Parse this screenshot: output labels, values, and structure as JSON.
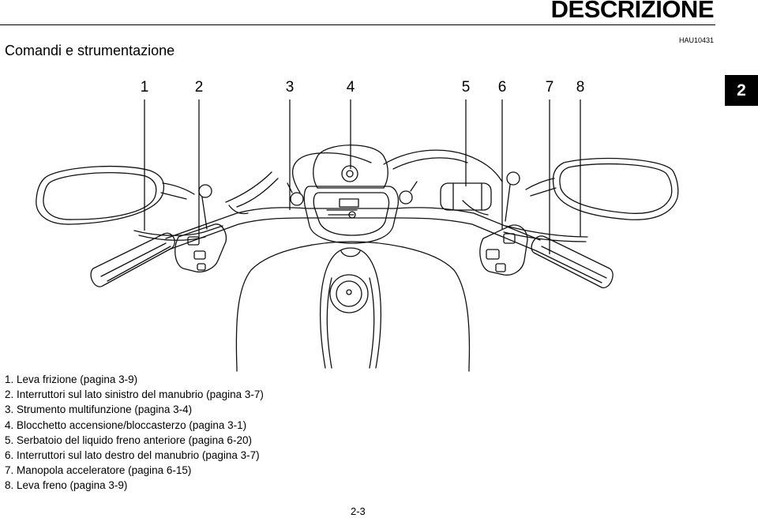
{
  "header": {
    "chapter_title": "DESCRIZIONE",
    "section_title": "Comandi e strumentazione",
    "ref_code": "HAU10431",
    "chapter_tab": "2"
  },
  "figure": {
    "callouts": [
      "1",
      "2",
      "3",
      "4",
      "5",
      "6",
      "7",
      "8"
    ]
  },
  "legend": {
    "items": [
      "1. Leva frizione (pagina 3-9)",
      "2. Interruttori sul lato sinistro del manubrio (pagina 3-7)",
      "3. Strumento multifunzione (pagina 3-4)",
      "4. Blocchetto accensione/bloccasterzo (pagina 3-1)",
      "5. Serbatoio del liquido freno anteriore (pagina 6-20)",
      "6. Interruttori sul lato destro del manubrio (pagina 3-7)",
      "7. Manopola acceleratore (pagina 6-15)",
      "8. Leva freno (pagina 3-9)"
    ]
  },
  "footer": {
    "page_number": "2-3"
  }
}
